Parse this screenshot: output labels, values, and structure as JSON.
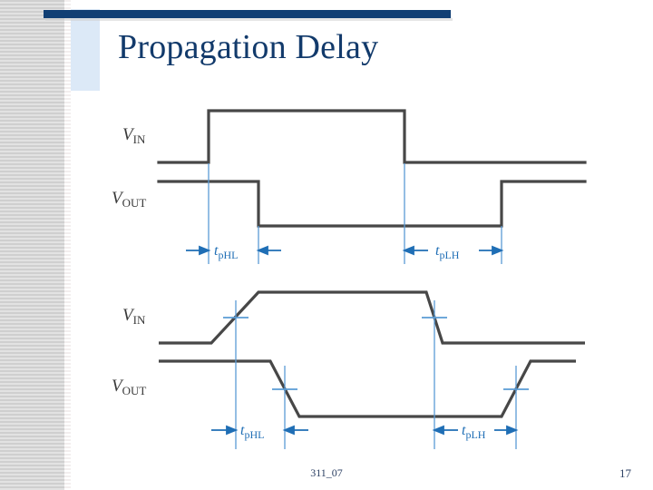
{
  "slide": {
    "title": "Propagation Delay",
    "accent_navy": "#113f74",
    "title_color": "#123a6b",
    "waveform_color": "#474747",
    "annotation_color": "#1f6eb5",
    "blue_box_color": "#dce9f7",
    "band_color": "#d4d4d4"
  },
  "footer": {
    "code": "311_07",
    "page_number": "17"
  },
  "figures": [
    {
      "id": "ideal-square-waveforms",
      "caption_free": true,
      "signals": [
        {
          "name": "V_IN",
          "label_v": "V",
          "label_sub": "IN"
        },
        {
          "name": "V_OUT",
          "label_v": "V",
          "label_sub": "OUT"
        }
      ],
      "annotations": [
        {
          "name": "t-phl",
          "label_t": "t",
          "label_sub": "pHL"
        },
        {
          "name": "t-plh",
          "label_t": "t",
          "label_sub": "pLH"
        }
      ]
    },
    {
      "id": "ramped-trapezoid-waveforms",
      "caption_free": true,
      "signals": [
        {
          "name": "V_IN",
          "label_v": "V",
          "label_sub": "IN"
        },
        {
          "name": "V_OUT",
          "label_v": "V",
          "label_sub": "OUT"
        }
      ],
      "annotations": [
        {
          "name": "t-phl",
          "label_t": "t",
          "label_sub": "pHL"
        },
        {
          "name": "t-plh",
          "label_t": "t",
          "label_sub": "pLH"
        }
      ]
    }
  ],
  "chart_data": {
    "type": "line",
    "title": "Propagation Delay",
    "xlabel": "",
    "ylabel": "",
    "panels": [
      {
        "name": "ideal-square-waveforms",
        "description": "Idealized zero-rise-time square waves: VIN pulse high, VOUT inverted pulse low, propagation delays marked between edges.",
        "series": [
          {
            "name": "V_IN",
            "points": [
              [
                175,
                179
              ],
              [
                230,
                179
              ],
              [
                230,
                122
              ],
              [
                446,
                122
              ],
              [
                446,
                179
              ],
              [
                645,
                179
              ]
            ]
          },
          {
            "name": "V_OUT",
            "points": [
              [
                175,
                200
              ],
              [
                285,
                200
              ],
              [
                285,
                249
              ],
              [
                553,
                249
              ],
              [
                553,
                200
              ],
              [
                645,
                200
              ]
            ]
          }
        ],
        "markers": [
          {
            "label": "t_pHL",
            "from_x": 230,
            "to_x": 285
          },
          {
            "label": "t_pLH",
            "from_x": 446,
            "to_x": 553
          }
        ]
      },
      {
        "name": "ramped-trapezoid-waveforms",
        "description": "Realistic trapezoidal waveforms with finite rise/fall times; 50% crossing points marked with cross hairs, delays measured between 50% points.",
        "series": [
          {
            "name": "V_IN",
            "points": [
              [
                175,
                378
              ],
              [
                233,
                378
              ],
              [
                285,
                322
              ],
              [
                470,
                322
              ],
              [
                488,
                378
              ],
              [
                645,
                378
              ]
            ]
          },
          {
            "name": "V_OUT",
            "points": [
              [
                175,
                398
              ],
              [
                298,
                398
              ],
              [
                330,
                459
              ],
              [
                553,
                459
              ],
              [
                585,
                398
              ],
              [
                635,
                398
              ]
            ]
          }
        ],
        "crossings": [
          {
            "signal": "V_IN",
            "x": 260,
            "y": 350
          },
          {
            "signal": "V_OUT",
            "x": 314,
            "y": 429
          },
          {
            "signal": "V_IN",
            "x": 479,
            "y": 350
          },
          {
            "signal": "V_OUT",
            "x": 569,
            "y": 429
          }
        ],
        "markers": [
          {
            "label": "t_pHL",
            "from_x": 260,
            "to_x": 314
          },
          {
            "label": "t_pLH",
            "from_x": 479,
            "to_x": 569
          }
        ]
      }
    ]
  }
}
